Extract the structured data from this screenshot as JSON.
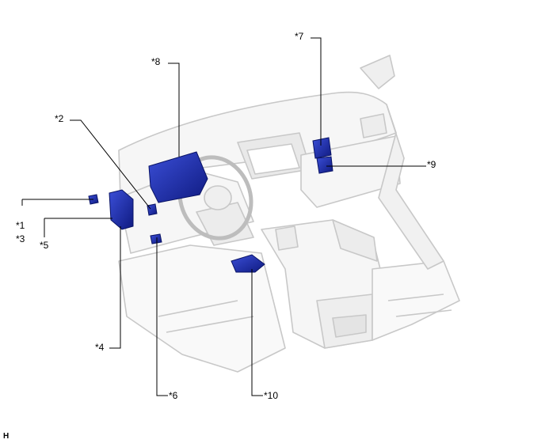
{
  "labels": {
    "c1": "*1",
    "c2": "*2",
    "c3": "*3",
    "c4": "*4",
    "c5": "*5",
    "c6": "*6",
    "c7": "*7",
    "c8": "*8",
    "c9": "*9",
    "c10": "*10"
  },
  "figure_id": "H",
  "colors": {
    "component": "#1f2fb8",
    "component_dark": "#0f1a80",
    "component_light": "#3b4fd8",
    "interior_stroke": "#c9c9c9",
    "interior_fill": "#f5f5f5",
    "leader": "#000000"
  }
}
